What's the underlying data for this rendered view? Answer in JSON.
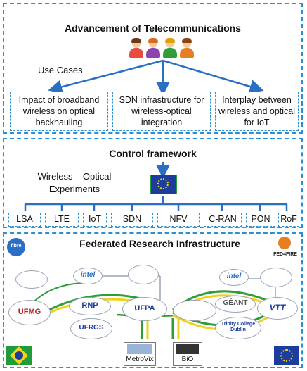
{
  "panel_top": {
    "title": "Advancement of Telecommunications",
    "use_cases_label": "Use Cases",
    "cases": [
      "Impact of broadband wireless on optical backhauling",
      "SDN infrastructure for wireless-optical integration",
      "Interplay between wireless and optical for IoT"
    ]
  },
  "panel_mid": {
    "title": "Control framework",
    "experiments_label": "Wireless – Optical Experiments",
    "techs": [
      "LSA",
      "LTE",
      "IoT",
      "SDN",
      "NFV",
      "C-RAN",
      "PON",
      "RoF"
    ]
  },
  "panel_bottom": {
    "title": "Federated Research Infrastructure",
    "logos": {
      "fibre": "fibre",
      "fed4fire": "FED4FIRE",
      "ufmg": "UFMG",
      "rnp": "RNP",
      "ufrgs": "UFRGS",
      "ufpa": "UFPA",
      "intel": "intel",
      "geant": "GÉANT",
      "vtt": "VTT",
      "trinity": "Trinity College Dublin",
      "metrovix": "MetroVix",
      "bio": "BiO"
    }
  },
  "colors": {
    "dashed_border": "#2a8fd4",
    "arrow": "#2a6fc4",
    "link_green": "#2e9d3a",
    "link_yellow": "#f1d21a"
  }
}
